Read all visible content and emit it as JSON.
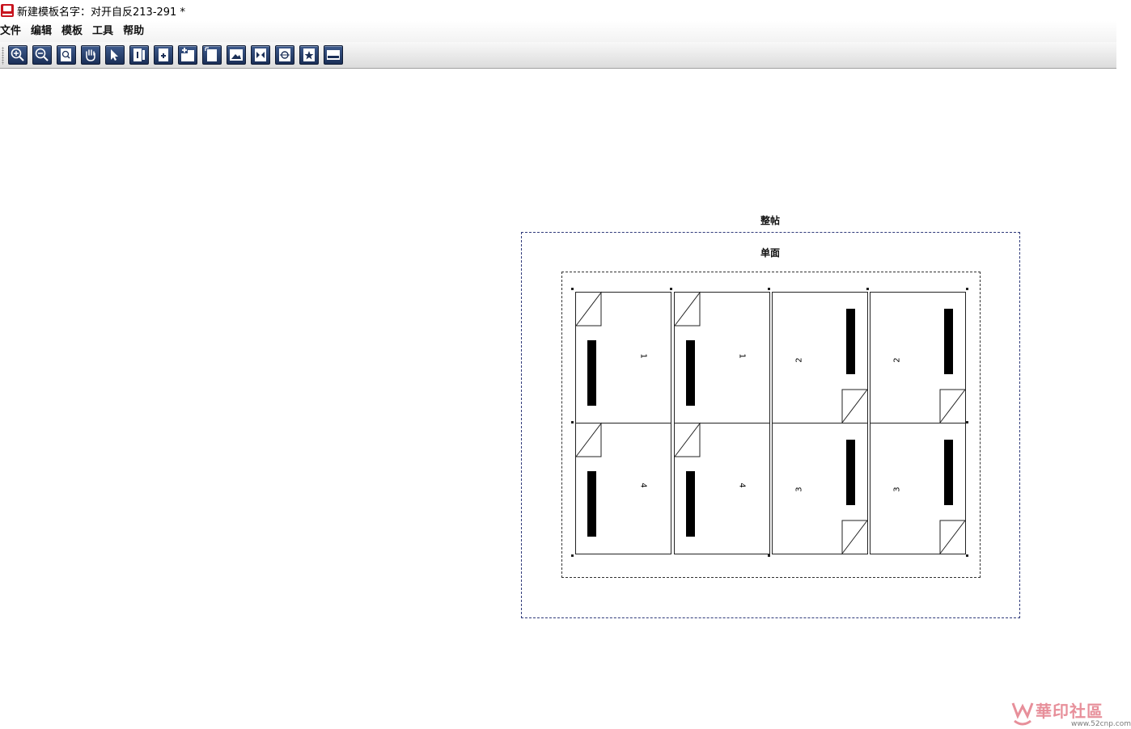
{
  "window": {
    "title": "新建模板名字：对开自反213-291 *"
  },
  "menu": {
    "items": [
      "文件",
      "编辑",
      "模板",
      "工具",
      "帮助"
    ]
  },
  "toolbar": {
    "buttons": [
      {
        "name": "zoom-in-icon"
      },
      {
        "name": "zoom-out-icon"
      },
      {
        "name": "zoom-fit-icon"
      },
      {
        "name": "hand-pan-icon"
      },
      {
        "name": "pointer-select-icon"
      },
      {
        "name": "page-number-icon"
      },
      {
        "name": "add-page-icon"
      },
      {
        "name": "add-multi-page-icon"
      },
      {
        "name": "page-frame-icon"
      },
      {
        "name": "image-frame-icon"
      },
      {
        "name": "bleed-marks-icon"
      },
      {
        "name": "color-mark-icon"
      },
      {
        "name": "star-mark-icon"
      },
      {
        "name": "bar-mark-icon"
      }
    ]
  },
  "canvas": {
    "sheet_label": "整帖",
    "side_label": "单面",
    "panels": [
      {
        "num": "1"
      },
      {
        "num": "1"
      },
      {
        "num": "2"
      },
      {
        "num": "2"
      },
      {
        "num": "4"
      },
      {
        "num": "4"
      },
      {
        "num": "3"
      },
      {
        "num": "3"
      }
    ]
  },
  "watermark": {
    "text": "華印社區",
    "url": "www.52cnp.com"
  }
}
